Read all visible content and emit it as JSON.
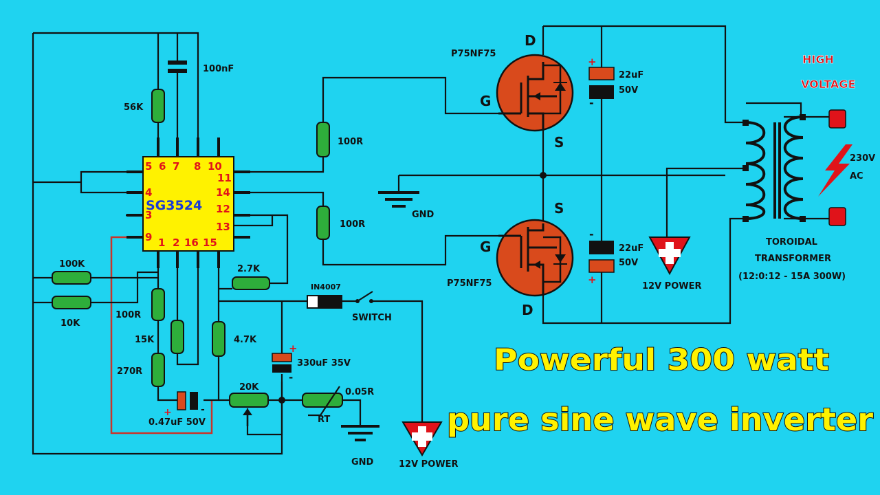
{
  "ic": {
    "name": "SG3524",
    "pins": [
      "5",
      "6",
      "7",
      "8",
      "10",
      "11",
      "4",
      "14",
      "12",
      "3",
      "13",
      "9",
      "1",
      "2",
      "16",
      "15"
    ]
  },
  "components": {
    "cap_top": "100nF",
    "r_56k": "56K",
    "r_100k": "100K",
    "r_10k": "10K",
    "r_100r_left": "100R",
    "r_15k": "15K",
    "r_270r": "270R",
    "cap_047": "0.47uF 50V",
    "r_2k7": "2.7K",
    "r_4k7": "4.7K",
    "diode": "IN4007",
    "switch": "SWITCH",
    "cap_330": "330uF 35V",
    "pot_20k": "20K",
    "shunt": "0.05R",
    "rt": "RT",
    "r_gate_top": "100R",
    "r_gate_bottom": "100R",
    "gnd_mid": "GND",
    "gnd_bottom": "GND"
  },
  "mosfets": {
    "top": {
      "part": "P75NF75",
      "d": "D",
      "g": "G",
      "s": "S"
    },
    "bottom": {
      "part": "P75NF75",
      "d": "D",
      "g": "G",
      "s": "S"
    }
  },
  "capacitors": {
    "top": {
      "value": "22uF",
      "voltage": "50V"
    },
    "bottom": {
      "value": "22uF",
      "voltage": "50V"
    }
  },
  "power": {
    "mid": "12V POWER",
    "bottom": "12V POWER"
  },
  "transformer": {
    "line1": "TOROIDAL",
    "line2": "TRANSFORMER",
    "line3": "(12:0:12 - 15A 300W)"
  },
  "warning": {
    "line1": "HIGH",
    "line2": "VOLTAGE"
  },
  "output": {
    "line1": "230V",
    "line2": "AC"
  },
  "title": {
    "line1": "Powerful 300 watt",
    "line2": "pure sine wave inverter"
  },
  "colors": {
    "background": "#1fd3f0",
    "mosfet": "#d94a1c",
    "resistor": "#2eae3b",
    "accent_red": "#e0131a",
    "title_fill": "#fff200"
  }
}
